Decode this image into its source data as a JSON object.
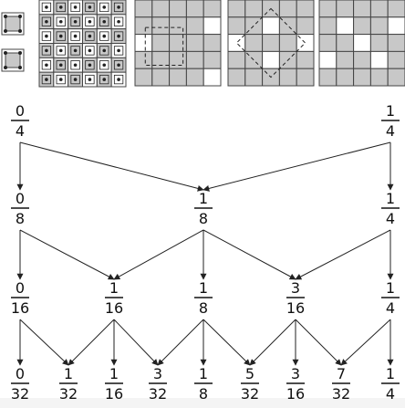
{
  "colors": {
    "filled_cell": "#c8c8c8",
    "empty_cell": "#ffffff",
    "line": "#222222"
  },
  "patterns": [
    {
      "id": "small-tiles",
      "style": "two separate small tiles with dots"
    },
    {
      "id": "dot-grid",
      "size": 6,
      "cells": [
        [
          0,
          1,
          0,
          1,
          0,
          1
        ],
        [
          1,
          0,
          1,
          0,
          1,
          0
        ],
        [
          0,
          1,
          0,
          1,
          0,
          1
        ],
        [
          1,
          0,
          1,
          0,
          1,
          0
        ],
        [
          0,
          1,
          0,
          1,
          0,
          1
        ],
        [
          1,
          0,
          1,
          0,
          1,
          0
        ]
      ],
      "overlay": "dots"
    },
    {
      "id": "square-outline",
      "size": 5,
      "cells": [
        [
          1,
          1,
          1,
          1,
          1
        ],
        [
          1,
          1,
          1,
          1,
          0
        ],
        [
          0,
          1,
          1,
          1,
          1
        ],
        [
          1,
          1,
          1,
          1,
          1
        ],
        [
          1,
          1,
          1,
          1,
          0
        ]
      ],
      "overlay": "dashed-square"
    },
    {
      "id": "diamond-outline",
      "size": 5,
      "cells": [
        [
          1,
          1,
          1,
          1,
          1
        ],
        [
          1,
          1,
          0,
          1,
          1
        ],
        [
          0,
          1,
          1,
          1,
          0
        ],
        [
          1,
          1,
          0,
          1,
          1
        ],
        [
          1,
          1,
          1,
          1,
          1
        ]
      ],
      "overlay": "dashed-diamond"
    },
    {
      "id": "sparse-pattern",
      "size": 5,
      "cells": [
        [
          1,
          1,
          1,
          1,
          1
        ],
        [
          1,
          0,
          1,
          1,
          0
        ],
        [
          1,
          1,
          0,
          1,
          1
        ],
        [
          0,
          1,
          1,
          0,
          1
        ],
        [
          1,
          1,
          1,
          1,
          1
        ]
      ],
      "overlay": "none"
    }
  ],
  "levels": [
    [
      {
        "id": "r0a",
        "num": "0",
        "den": "4"
      },
      {
        "id": "r0b",
        "num": "1",
        "den": "4"
      }
    ],
    [
      {
        "id": "r1a",
        "num": "0",
        "den": "8"
      },
      {
        "id": "r1b",
        "num": "1",
        "den": "8"
      },
      {
        "id": "r1c",
        "num": "1",
        "den": "4"
      }
    ],
    [
      {
        "id": "r2a",
        "num": "0",
        "den": "16"
      },
      {
        "id": "r2b",
        "num": "1",
        "den": "16"
      },
      {
        "id": "r2c",
        "num": "1",
        "den": "8"
      },
      {
        "id": "r2d",
        "num": "3",
        "den": "16"
      },
      {
        "id": "r2e",
        "num": "1",
        "den": "4"
      }
    ],
    [
      {
        "id": "r3a",
        "num": "0",
        "den": "32"
      },
      {
        "id": "r3b",
        "num": "1",
        "den": "32"
      },
      {
        "id": "r3c",
        "num": "1",
        "den": "16"
      },
      {
        "id": "r3d",
        "num": "3",
        "den": "32"
      },
      {
        "id": "r3e",
        "num": "1",
        "den": "8"
      },
      {
        "id": "r3f",
        "num": "5",
        "den": "32"
      },
      {
        "id": "r3g",
        "num": "3",
        "den": "16"
      },
      {
        "id": "r3h",
        "num": "7",
        "den": "32"
      },
      {
        "id": "r3i",
        "num": "1",
        "den": "4"
      }
    ]
  ],
  "edges": [
    [
      "r0a",
      "r1a"
    ],
    [
      "r0a",
      "r1b"
    ],
    [
      "r0b",
      "r1b"
    ],
    [
      "r0b",
      "r1c"
    ],
    [
      "r1a",
      "r2a"
    ],
    [
      "r1a",
      "r2b"
    ],
    [
      "r1b",
      "r2b"
    ],
    [
      "r1b",
      "r2c"
    ],
    [
      "r1b",
      "r2d"
    ],
    [
      "r1c",
      "r2d"
    ],
    [
      "r1c",
      "r2e"
    ],
    [
      "r2a",
      "r3a"
    ],
    [
      "r2a",
      "r3b"
    ],
    [
      "r2b",
      "r3b"
    ],
    [
      "r2b",
      "r3c"
    ],
    [
      "r2b",
      "r3d"
    ],
    [
      "r2c",
      "r3d"
    ],
    [
      "r2c",
      "r3e"
    ],
    [
      "r2c",
      "r3f"
    ],
    [
      "r2d",
      "r3f"
    ],
    [
      "r2d",
      "r3g"
    ],
    [
      "r2d",
      "r3h"
    ],
    [
      "r2e",
      "r3h"
    ],
    [
      "r2e",
      "r3i"
    ]
  ]
}
